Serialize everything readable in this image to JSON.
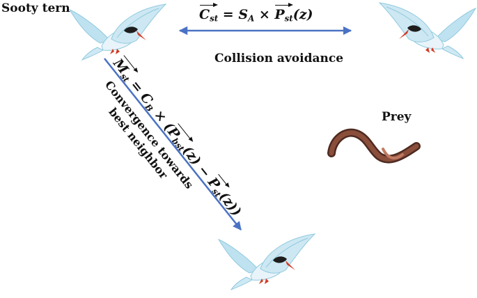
{
  "labels": {
    "sooty_tern": "Sooty tern",
    "collision_avoidance": "Collision avoidance",
    "prey": "Prey",
    "convergence_line1": "Convergence towards",
    "convergence_line2": "best neighbor"
  },
  "equations": {
    "c_st": {
      "lhs": "C",
      "lhs_sub": "st",
      "eq": " = ",
      "coef": "S",
      "coef_sub": "A",
      "times": " × ",
      "p": "P",
      "p_sub": "st",
      "arg": "(z)"
    },
    "m_st": {
      "lhs": "M",
      "lhs_sub": "st",
      "eq": " = ",
      "coef": "C",
      "coef_sub": "B",
      "times": " × (",
      "p1": "P",
      "p1_sub": "bst",
      "arg1": "(z)",
      "minus": " − ",
      "p2": "P",
      "p2_sub": "st",
      "arg2": "(z))"
    }
  },
  "colors": {
    "arrow": "#4a72c4",
    "bird_body": "#e8f4fa",
    "bird_wing": "#bfe2f0",
    "bird_shade": "#8fc9de",
    "bird_cap": "#1d1d1d",
    "bird_beak": "#d23a24",
    "worm": "#6b3a2c"
  }
}
